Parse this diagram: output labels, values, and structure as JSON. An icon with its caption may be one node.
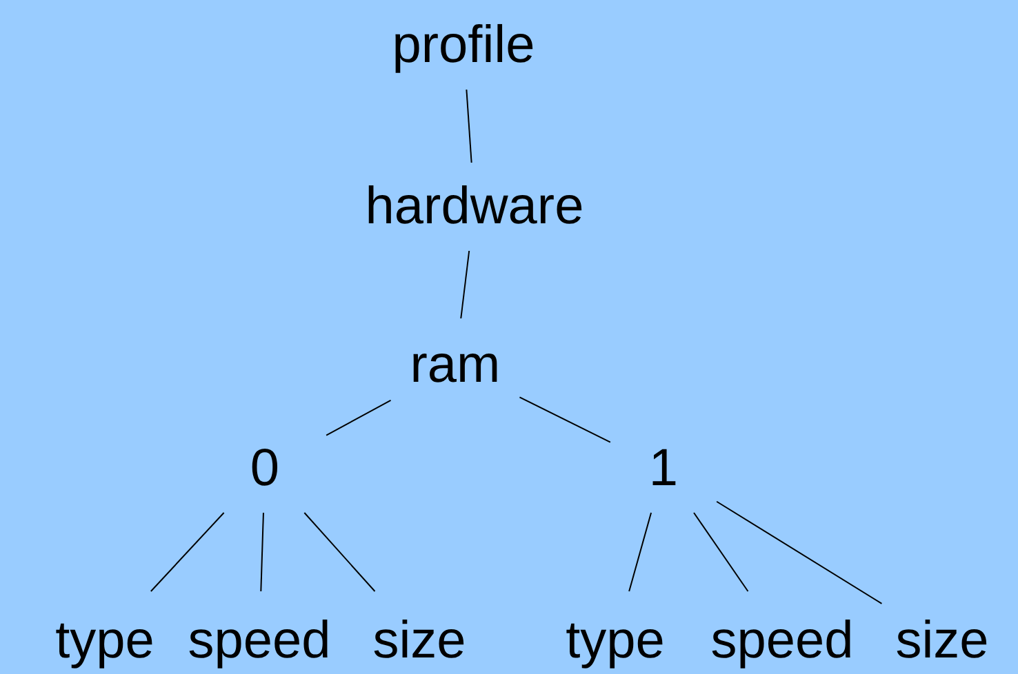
{
  "diagram": {
    "nodes": [
      {
        "text": [
          "profile"
        ]
      },
      {
        "text": [
          "hardware"
        ]
      },
      {
        "text": [
          "ram"
        ]
      },
      {
        "text": [
          "0"
        ]
      },
      {
        "text": [
          "1"
        ]
      },
      {
        "text": [
          "type"
        ]
      },
      {
        "text": [
          "speed"
        ]
      },
      {
        "text": [
          "size"
        ]
      },
      {
        "text": [
          "type"
        ]
      },
      {
        "text": [
          "speed"
        ]
      },
      {
        "text": [
          "size"
        ]
      }
    ],
    "edges": [
      {
        "from": 0,
        "to": 1,
        "arrow": "none"
      },
      {
        "from": 1,
        "to": 2,
        "arrow": "none"
      },
      {
        "from": 2,
        "to": 3,
        "arrow": "none"
      },
      {
        "from": 2,
        "to": 4,
        "arrow": "none"
      },
      {
        "from": 3,
        "to": 5,
        "arrow": "none"
      },
      {
        "from": 3,
        "to": 6,
        "arrow": "none"
      },
      {
        "from": 3,
        "to": 7,
        "arrow": "none"
      },
      {
        "from": 4,
        "to": 8,
        "arrow": "none"
      },
      {
        "from": 4,
        "to": 9,
        "arrow": "none"
      },
      {
        "from": 4,
        "to": 10,
        "arrow": "none"
      }
    ]
  }
}
